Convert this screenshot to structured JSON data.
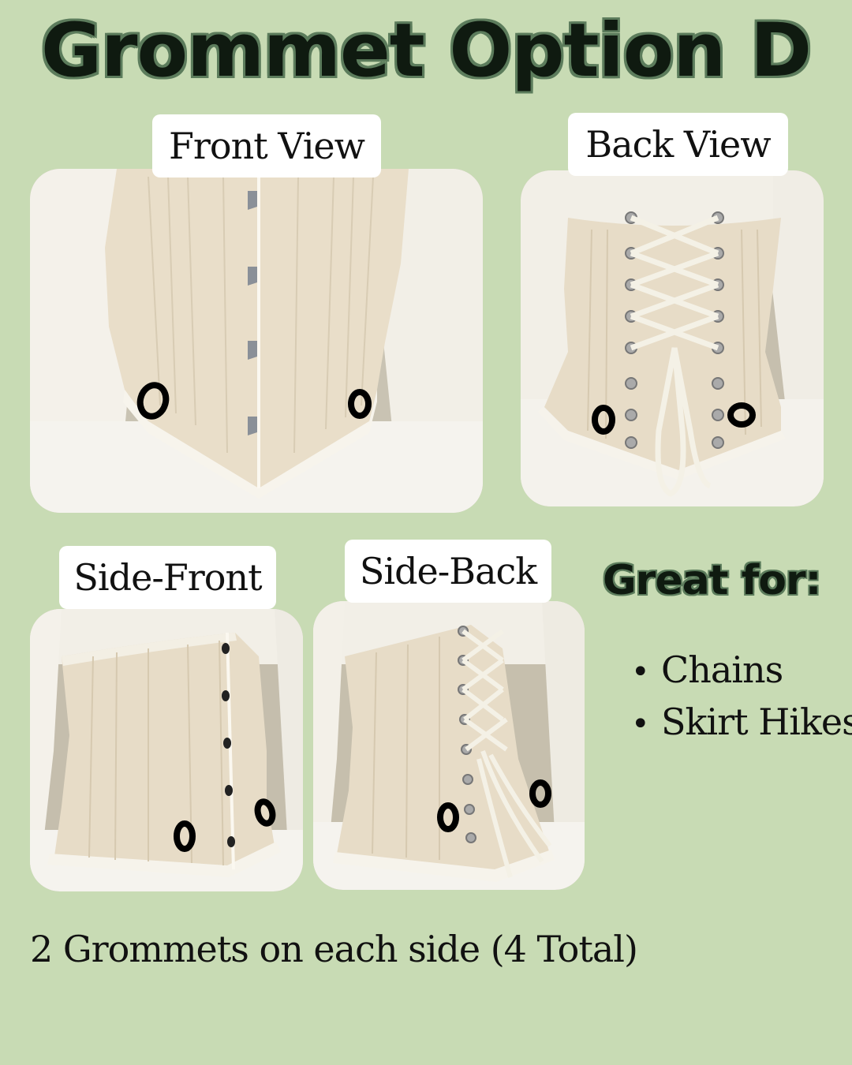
{
  "title": "Grommet Option D",
  "photos": {
    "front": {
      "label": "Front View"
    },
    "back": {
      "label": "Back View"
    },
    "side_front": {
      "label": "Side-Front"
    },
    "side_back": {
      "label": "Side-Back"
    }
  },
  "great_for": {
    "heading": "Great for:",
    "items": [
      "Chains",
      "Skirt Hikes"
    ]
  },
  "footer": "2 Grommets on each side (4 Total)",
  "colors": {
    "background": "#c8dbb4",
    "corset": "#e8dcc6",
    "shirt": "#f3f0e8",
    "marker": "#000000"
  }
}
